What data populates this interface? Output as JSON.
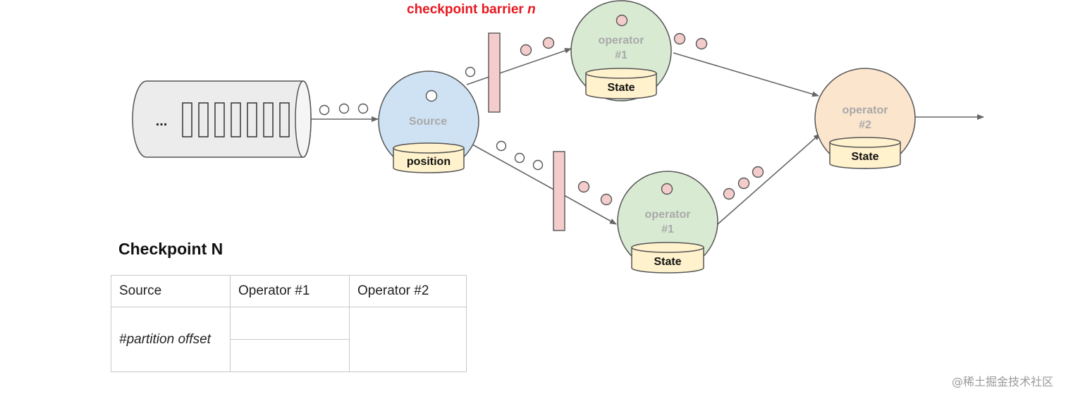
{
  "barrier_label": {
    "text": "checkpoint barrier ",
    "n": "n"
  },
  "queue": {
    "ellipsis": "..."
  },
  "nodes": {
    "source": {
      "label": "Source",
      "state_label": "position"
    },
    "operator_top": {
      "label_line1": "operator",
      "label_line2": "#1",
      "state_label": "State"
    },
    "operator_bottom": {
      "label_line1": "operator",
      "label_line2": "#1",
      "state_label": "State"
    },
    "operator_2": {
      "label_line1": "operator",
      "label_line2": "#2",
      "state_label": "State"
    }
  },
  "checkpoint": {
    "title": "Checkpoint N",
    "columns": [
      "Source",
      "Operator #1",
      "Operator #2"
    ],
    "source_cell": "#partition offset"
  },
  "watermark": "@稀土掘金技术社区",
  "colors": {
    "source_fill": "#cfe2f3",
    "operator1_fill": "#d9ead3",
    "operator2_fill": "#fce5cd",
    "state_fill": "#fff2cc",
    "barrier_fill": "#f4cccc",
    "record_fill": "#f4cccc",
    "barrier_label": "#e8171e"
  }
}
